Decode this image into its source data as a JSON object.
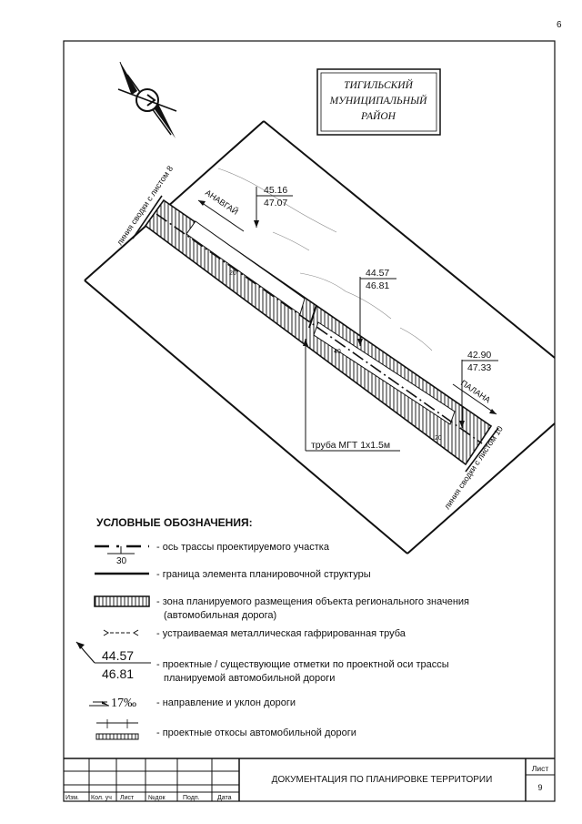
{
  "page_mark": "6",
  "district": {
    "line1": "ТИГИЛЬСКИЙ",
    "line2": "МУНИЦИПАЛЬНЫЙ",
    "line3": "РАЙОН"
  },
  "map": {
    "match_line_top": "линия сводки с листом 8",
    "match_line_bottom": "линия сводки с листом 10",
    "direction_left": "АНАВГАЙ",
    "direction_right": "ПАЛАНА",
    "elevations": [
      {
        "proj": "45.16",
        "exist": "47.07"
      },
      {
        "proj": "44.57",
        "exist": "46.81"
      },
      {
        "proj": "42.90",
        "exist": "47.33"
      }
    ],
    "pipe_label": "труба МГТ 1х1.5м",
    "slope_labels": [
      "20",
      "40",
      "20"
    ]
  },
  "legend": {
    "title": "УСЛОВНЫЕ ОБОЗНАЧЕНИЯ:",
    "axis_number": "30",
    "axis_text": "- ось трассы проектируемого участка",
    "boundary_text": "- граница элемента планировочной структуры",
    "zone_text_1": "- зона планируемого размещения объекта регионального значения",
    "zone_text_2": "(автомобильная дорога)",
    "pipe_text": "- устраиваемая металлическая гафрированная труба",
    "elev_proj": "44.57",
    "elev_exist": "46.81",
    "elev_text_1": "- проектные / существующие отметки по проектной оси трассы",
    "elev_text_2": "планируемой  автомобильной дороги",
    "slope_value": "17‰",
    "slope_text": "- направление и уклон дороги",
    "embank_text": "- проектные откосы автомобильной дороги"
  },
  "title_block": {
    "columns": [
      "Изм.",
      "Кол. уч",
      "Лист",
      "№док",
      "Подп.",
      "Дата"
    ],
    "title": "ДОКУМЕНТАЦИЯ ПО ПЛАНИРОВКЕ ТЕРРИТОРИИ",
    "sheet_label": "Лист",
    "sheet_number": "9"
  }
}
